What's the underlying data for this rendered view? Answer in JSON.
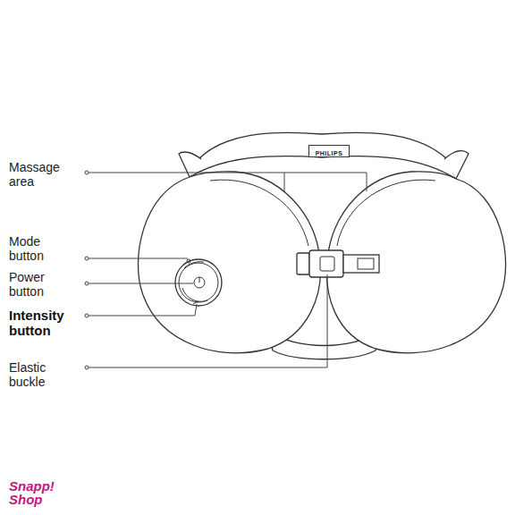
{
  "diagram": {
    "nodes": [
      {
        "text": [
          "PHILIPS"
        ]
      }
    ],
    "labels": [
      "Massage area",
      "Mode button",
      "Power button",
      "Intensity button",
      "Elastic buckle",
      "Snapp! Shop"
    ]
  }
}
